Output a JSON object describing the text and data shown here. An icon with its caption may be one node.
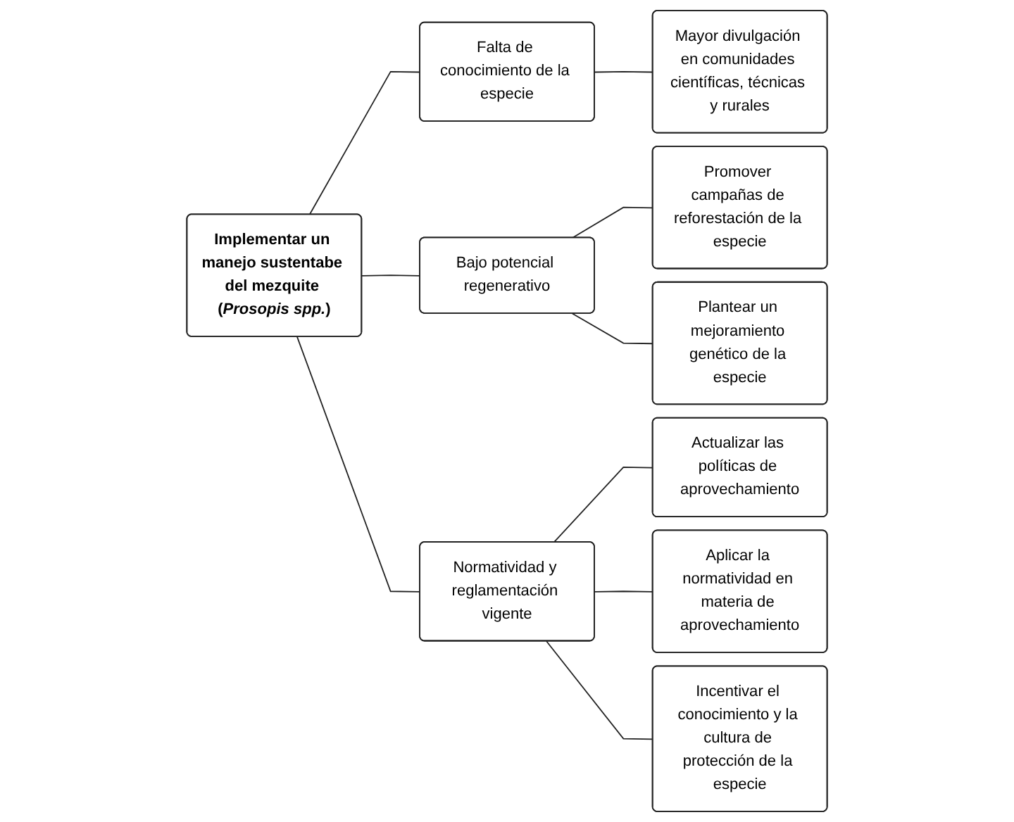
{
  "diagram": {
    "nodes": [
      {
        "text": [
          "Implementar un manejo sustentabe del mezquite (*Prosopis spp.*)"
        ]
      },
      {
        "text": [
          "Falta de conocimiento de la especie"
        ]
      },
      {
        "text": [
          "Bajo potencial regenerativo"
        ]
      },
      {
        "text": [
          "Normatividad y reglamentación vigente"
        ]
      },
      {
        "text": [
          "Mayor divulgación en comunidades científicas, técnicas y rurales"
        ]
      },
      {
        "text": [
          "Promover campañas de reforestación de la especie"
        ]
      },
      {
        "text": [
          "Plantear un mejoramiento genético de la especie"
        ]
      },
      {
        "text": [
          "Actualizar las políticas de aprovechamiento"
        ]
      },
      {
        "text": [
          "Aplicar la normatividad en materia de aprovechamiento"
        ]
      },
      {
        "text": [
          "Incentivar el conocimiento y la cultura de protección de la especie"
        ]
      }
    ],
    "edges": [
      {
        "from": 0,
        "to": 1,
        "arrow": "none"
      },
      {
        "from": 0,
        "to": 2,
        "arrow": "none"
      },
      {
        "from": 0,
        "to": 3,
        "arrow": "none"
      },
      {
        "from": 1,
        "to": 4,
        "arrow": "none"
      },
      {
        "from": 2,
        "to": 5,
        "arrow": "none"
      },
      {
        "from": 2,
        "to": 6,
        "arrow": "none"
      },
      {
        "from": 3,
        "to": 7,
        "arrow": "none"
      },
      {
        "from": 3,
        "to": 8,
        "arrow": "none"
      },
      {
        "from": 3,
        "to": 9,
        "arrow": "none"
      }
    ]
  }
}
